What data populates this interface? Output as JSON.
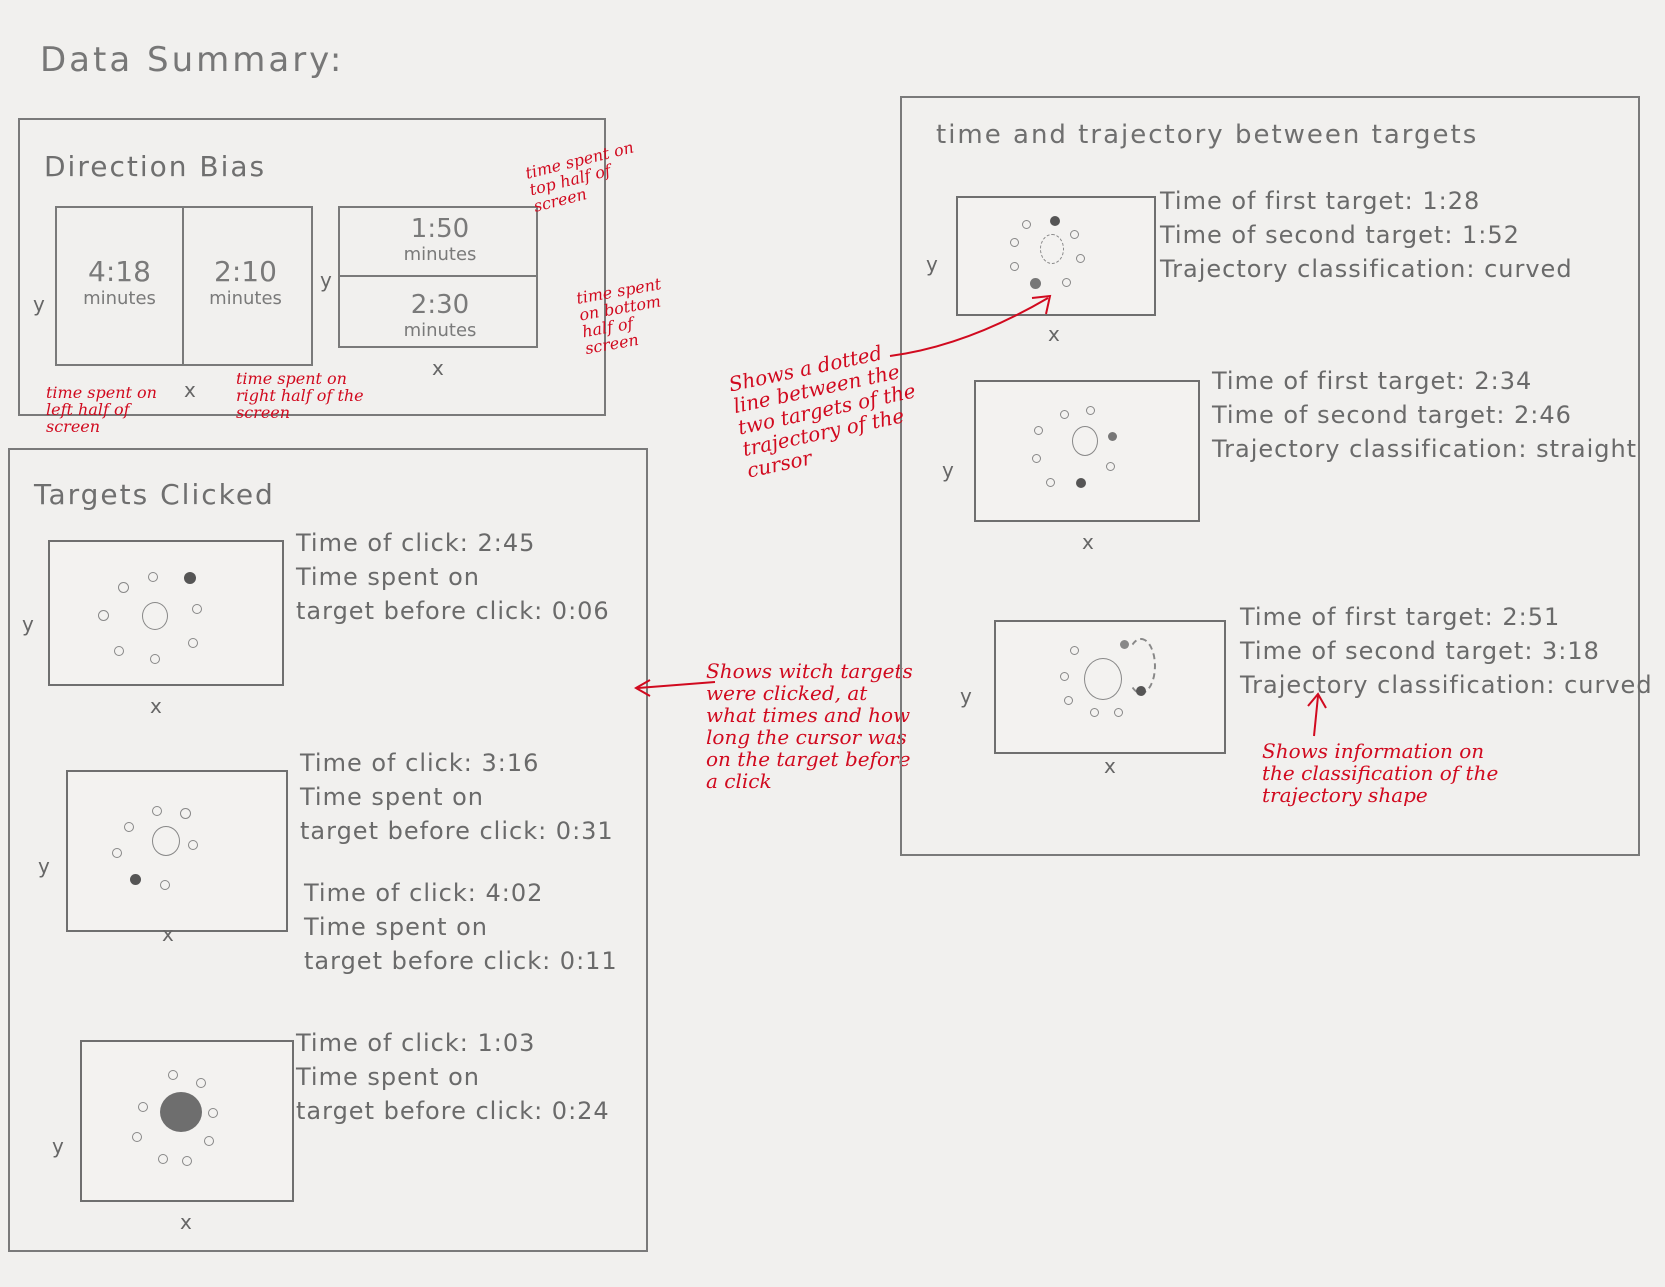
{
  "page_title": "Data Summary:",
  "direction_bias": {
    "title": "Direction Bias",
    "left": {
      "value": "4:18",
      "unit": "minutes"
    },
    "right": {
      "value": "2:10",
      "unit": "minutes"
    },
    "top": {
      "value": "1:50",
      "unit": "minutes"
    },
    "bottom": {
      "value": "2:30",
      "unit": "minutes"
    },
    "axis_x": "x",
    "axis_y": "y",
    "note_left": "time spent on left half of screen",
    "note_right": "time spent on right half of the screen",
    "note_top": "time spent on top half of screen",
    "note_bottom": "time spent on bottom half of screen"
  },
  "targets_clicked": {
    "title": "Targets Clicked",
    "axis_x": "x",
    "axis_y": "y",
    "entries": [
      {
        "time_label": "Time of click: 2:45",
        "spent_label_1": "Time spent on",
        "spent_label_2": "target before click: 0:06"
      },
      {
        "time_label": "Time of click: 3:16",
        "spent_label_1": "Time spent on",
        "spent_label_2": "target before click: 0:31"
      },
      {
        "time_label": "Time of click: 4:02",
        "spent_label_1": "Time spent on",
        "spent_label_2": "target before click: 0:11"
      },
      {
        "time_label": "Time of click: 1:03",
        "spent_label_1": "Time spent on",
        "spent_label_2": "target before click: 0:24"
      }
    ],
    "note": "Shows witch targets were clicked, at what times and how long the cursor was on the target before a click"
  },
  "trajectory": {
    "title": "time and trajectory between targets",
    "axis_x": "x",
    "axis_y": "y",
    "entries": [
      {
        "first": "Time of first target: 1:28",
        "second": "Time of second target: 1:52",
        "classification": "Trajectory classification: curved"
      },
      {
        "first": "Time of first target: 2:34",
        "second": "Time of second target: 2:46",
        "classification": "Trajectory classification: straight"
      },
      {
        "first": "Time of first target: 2:51",
        "second": "Time of second target: 3:18",
        "classification": "Trajectory classification: curved"
      }
    ],
    "note_dotted": "Shows a dotted line between the two targets of the trajectory of the cursor",
    "note_classification": "Shows information on the classification of the trajectory shape"
  }
}
